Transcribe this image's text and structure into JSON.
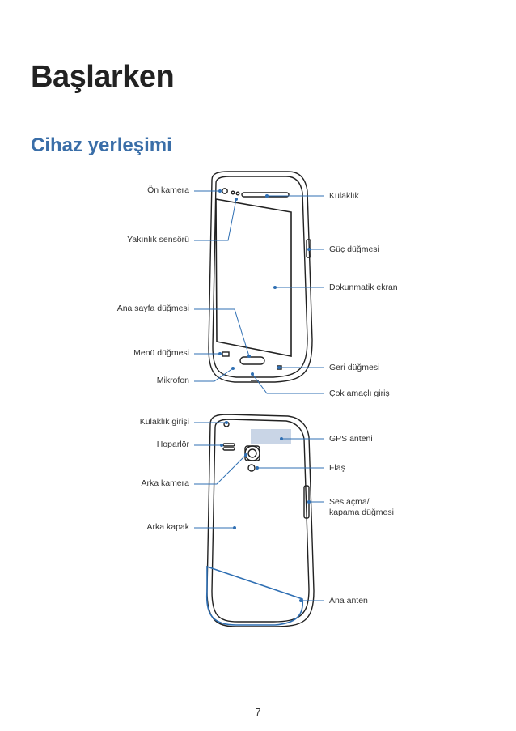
{
  "page": {
    "title": "Başlarken",
    "section": "Cihaz yerleşimi",
    "page_number": "7"
  },
  "front": {
    "left": [
      "Ön kamera",
      "Yakınlık sensörü",
      "Ana sayfa düğmesi",
      "Menü düğmesi",
      "Mikrofon"
    ],
    "right": [
      "Kulaklık",
      "Güç düğmesi",
      "Dokunmatik ekran",
      "Geri düğmesi",
      "Çok amaçlı giriş"
    ]
  },
  "back": {
    "left": [
      "Kulaklık girişi",
      "Hoparlör",
      "Arka kamera",
      "Arka kapak"
    ],
    "right": [
      "GPS anteni",
      "Flaş",
      "Ses açma/",
      "kapama düğmesi",
      "Ana anten"
    ]
  },
  "colors": {
    "accent": "#3a6ea8",
    "callout": "#2f6fb3"
  }
}
